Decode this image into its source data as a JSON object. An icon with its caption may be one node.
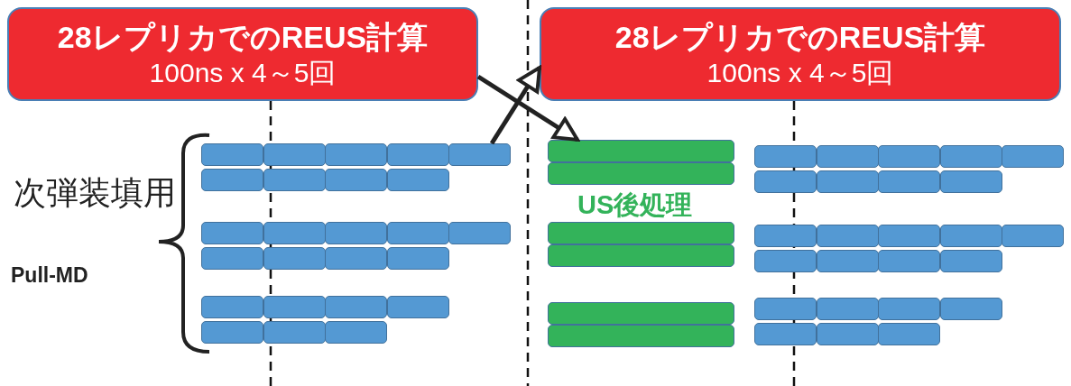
{
  "diagram": {
    "nodes": [
      {
        "text": [
          "28レプリカでのREUS計算",
          "100ns x 4～5回"
        ]
      },
      {
        "text": [
          "28レプリカでのREUS計算",
          "100ns x 4～5回"
        ]
      },
      {
        "text": [],
        "shape": "box"
      },
      {
        "text": [],
        "shape": "box"
      },
      {
        "text": [],
        "shape": "box"
      },
      {
        "text": [],
        "shape": "box"
      },
      {
        "text": [],
        "shape": "box"
      },
      {
        "text": [],
        "shape": "box"
      },
      {
        "text": [],
        "shape": "box"
      },
      {
        "text": [],
        "shape": "box"
      },
      {
        "text": [],
        "shape": "box"
      },
      {
        "text": [],
        "shape": "box"
      },
      {
        "text": [],
        "shape": "box"
      },
      {
        "text": [],
        "shape": "box"
      },
      {
        "text": [],
        "shape": "box"
      },
      {
        "text": [],
        "shape": "box"
      },
      {
        "text": [],
        "shape": "box"
      },
      {
        "text": [],
        "shape": "box"
      },
      {
        "text": [],
        "shape": "box"
      },
      {
        "text": [],
        "shape": "box"
      },
      {
        "text": [],
        "shape": "box"
      },
      {
        "text": [],
        "shape": "box"
      },
      {
        "text": [],
        "shape": "box"
      },
      {
        "text": [],
        "shape": "box"
      },
      {
        "text": [],
        "shape": "box"
      },
      {
        "text": [],
        "shape": "box"
      },
      {
        "text": [],
        "shape": "box"
      },
      {
        "text": [],
        "shape": "box"
      },
      {
        "text": [],
        "shape": "box"
      },
      {
        "text": [],
        "shape": "box"
      },
      {
        "text": [],
        "shape": "box"
      },
      {
        "text": [],
        "shape": "box"
      },
      {
        "text": [],
        "shape": "box"
      },
      {
        "text": [],
        "shape": "box"
      },
      {
        "text": [],
        "shape": "box"
      },
      {
        "text": [],
        "shape": "box"
      },
      {
        "text": [],
        "shape": "box"
      },
      {
        "text": [],
        "shape": "box"
      },
      {
        "text": [],
        "shape": "box"
      },
      {
        "text": [],
        "shape": "box"
      },
      {
        "text": [],
        "shape": "box"
      },
      {
        "text": [],
        "shape": "box"
      },
      {
        "text": [],
        "shape": "box"
      },
      {
        "text": [],
        "shape": "box"
      },
      {
        "text": [],
        "shape": "box"
      },
      {
        "text": [],
        "shape": "box"
      },
      {
        "text": [],
        "shape": "box"
      },
      {
        "text": [],
        "shape": "box"
      },
      {
        "text": [],
        "shape": "box"
      },
      {
        "text": [],
        "shape": "box"
      },
      {
        "text": [],
        "shape": "box"
      },
      {
        "text": [],
        "shape": "box"
      },
      {
        "text": [],
        "shape": "box"
      },
      {
        "text": [],
        "shape": "box"
      },
      {
        "text": [],
        "shape": "box"
      },
      {
        "text": [],
        "shape": "box"
      },
      {
        "text": [],
        "shape": "box"
      },
      {
        "text": [],
        "shape": "box"
      }
    ],
    "edges": [
      {
        "from": 0,
        "to": 27,
        "arrow": "to"
      },
      {
        "from": 6,
        "to": 1,
        "arrow": "to"
      }
    ],
    "labels": [
      "次弾装填用",
      "US後処理",
      "Pull-MD"
    ]
  }
}
